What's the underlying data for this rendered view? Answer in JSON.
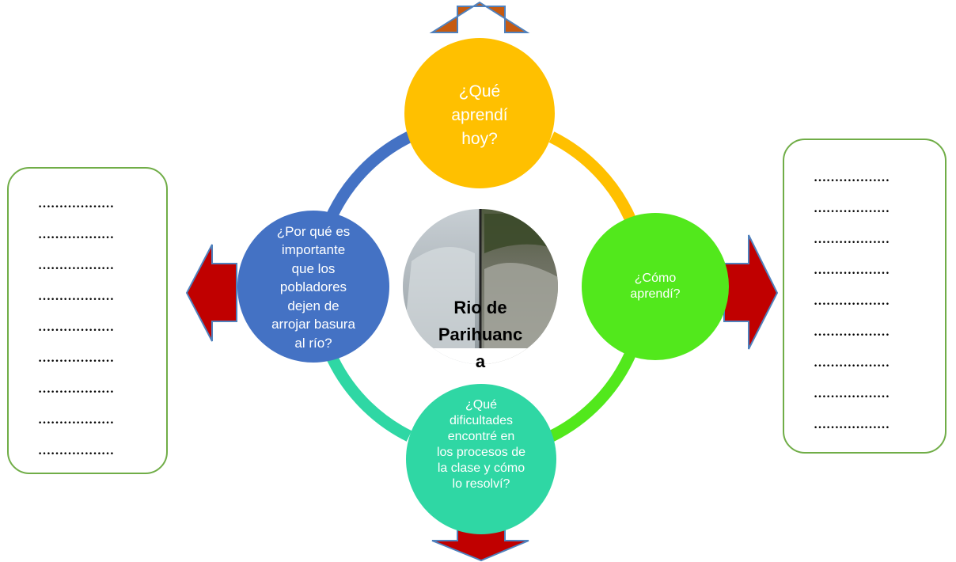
{
  "diagram": {
    "center": {
      "title_lines": [
        "Rio de",
        "Parihuanc",
        "a"
      ]
    },
    "nodes": {
      "top": {
        "lines": [
          "¿Qué",
          "aprendí",
          "hoy?"
        ],
        "color": "#ffc000"
      },
      "right": {
        "lines": [
          "¿Cómo",
          "aprendí?"
        ],
        "color": "#52e81c"
      },
      "bottom": {
        "lines": [
          "¿Qué",
          "dificultades",
          "encontré en",
          "los procesos de",
          "la clase y cómo",
          "lo resolví?"
        ],
        "color": "#2fd7a4"
      },
      "left": {
        "lines": [
          "¿Por qué es",
          "importante",
          "que los",
          "pobladores",
          "dejen de",
          "arrojar basura",
          "al río?"
        ],
        "color": "#4472c4"
      }
    },
    "arrows": {
      "up_color": "#c55a11",
      "side_color": "#c00000"
    },
    "left_box": {
      "lines": [
        "………………",
        "………………",
        "………………",
        "………………",
        "………………",
        "………………",
        "………………",
        "………………",
        "………………"
      ]
    },
    "right_box": {
      "lines": [
        "………………",
        "………………",
        "………………",
        "………………",
        "………………",
        "………………",
        "………………",
        "………………",
        "………………"
      ]
    }
  }
}
